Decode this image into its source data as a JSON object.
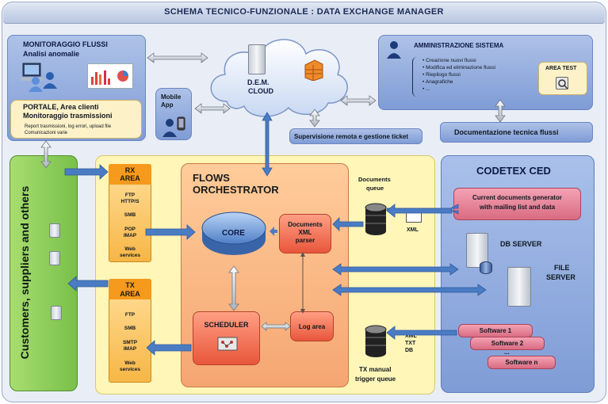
{
  "title": "SCHEMA TECNICO-FUNZIONALE :   DATA EXCHANGE MANAGER",
  "monitoraggio": {
    "title": "MONITORAGGIO FLUSSI",
    "subtitle": "Analisi anomalie"
  },
  "portale": {
    "title1": "PORTALE, Area clienti",
    "title2": "Monitoraggio trasmissioni",
    "line1": "Report trasmissioni, log errori, upload file",
    "line2": "Comunicazioni varie"
  },
  "mobile": {
    "label1": "Mobile",
    "label2": "App"
  },
  "cloud": {
    "label1": "D.E.M.",
    "label2": "CLOUD"
  },
  "supervisione": "Supervisione remota e gestione ticket",
  "amministrazione": {
    "title": "AMMINISTRAZIONE SISTEMA",
    "items": [
      "Creazione nuovi flussi",
      "Modifica ed eliminazione flussi",
      "Riepilogo flussi",
      "Anagrafiche",
      "..."
    ],
    "area_test": "AREA TEST"
  },
  "documentazione": "Documentazione tecnica flussi",
  "customers": "Customers, suppliers and others",
  "rx": {
    "title1": "RX",
    "title2": "AREA",
    "items": [
      "FTP\nHTTP/S",
      "SMB",
      "POP\nIMAP",
      "Web\nservices"
    ]
  },
  "tx": {
    "title1": "TX",
    "title2": "AREA",
    "items": [
      "FTP",
      "SMB",
      "SMTP\nIMAP",
      "Web\nservices"
    ]
  },
  "orchestrator": {
    "title1": "FLOWS",
    "title2": "ORCHESTRATOR",
    "core": "CORE",
    "parser": "Documents\nXML\nparser",
    "scheduler": "SCHEDULER",
    "log": "Log area"
  },
  "docs_queue": {
    "label1": "Documents",
    "label2": "queue",
    "tag": "XML"
  },
  "tx_queue": {
    "label1": "TX manual",
    "label2": "trigger queue",
    "tags": "XML\nTXT\nDB"
  },
  "codetex": {
    "title": "CODETEX CED",
    "generator1": "Current documents generator",
    "generator2": "with mailing list and data",
    "db": "DB SERVER",
    "file1": "FILE",
    "file2": "SERVER",
    "software": [
      "Software 1",
      "Software 2",
      "...",
      "Software n"
    ]
  },
  "colors": {
    "green": "#8fcf5a",
    "yellow": "#fff6b8",
    "blue_panel": "#8ea8dc",
    "arrow": "#4a7cc4"
  }
}
